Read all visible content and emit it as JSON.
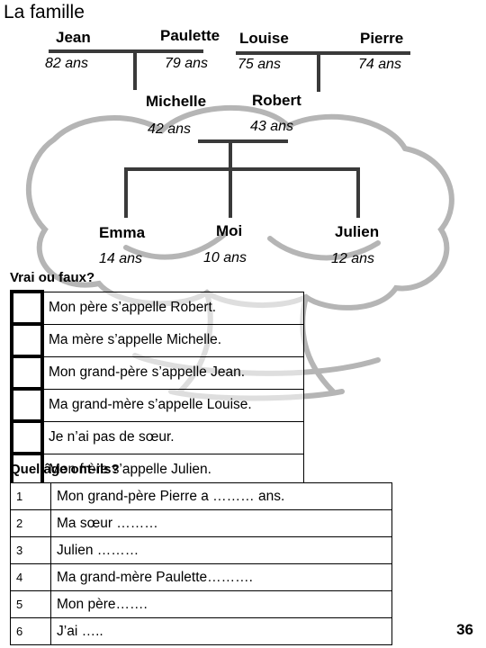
{
  "title": "La famille",
  "tree": {
    "jean": {
      "name": "Jean",
      "age": "82 ans"
    },
    "paulette": {
      "name": "Paulette",
      "age": "79 ans"
    },
    "louise": {
      "name": "Louise",
      "age": "75 ans"
    },
    "pierre": {
      "name": "Pierre",
      "age": "74 ans"
    },
    "michelle": {
      "name": "Michelle",
      "age": "42 ans"
    },
    "robert": {
      "name": "Robert",
      "age": "43 ans"
    },
    "emma": {
      "name": "Emma",
      "age": "14 ans"
    },
    "moi": {
      "name": "Moi",
      "age": "10 ans"
    },
    "julien": {
      "name": "Julien",
      "age": "12 ans"
    }
  },
  "vrai_faux": {
    "heading": "Vrai ou faux?",
    "statements": [
      "Mon père s’appelle Robert.",
      "Ma mère s’appelle Michelle.",
      "Mon grand-père s’appelle  Jean.",
      "Ma grand-mère s’appelle Louise.",
      "Je n’ai pas de sœur.",
      "Mon frère s’appelle Julien."
    ]
  },
  "quel_age": {
    "heading": "Quel âge ont-ils?",
    "rows": [
      {
        "num": "1",
        "text": "Mon grand-père Pierre a ……… ans."
      },
      {
        "num": "2",
        "text": "Ma sœur  ………"
      },
      {
        "num": "3",
        "text": "Julien ………"
      },
      {
        "num": "4",
        "text": "Ma grand-mère Paulette………."
      },
      {
        "num": "5",
        "text": "Mon père……."
      },
      {
        "num": "6",
        "text": "J’ai ….."
      }
    ]
  },
  "page_number": "36",
  "colors": {
    "tree_background": "#b5b5b5",
    "lines": "#3a3a3a"
  }
}
